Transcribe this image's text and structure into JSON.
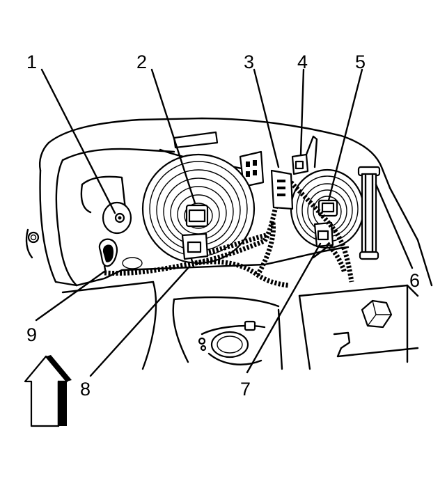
{
  "callouts": [
    {
      "id": "1",
      "label": "1"
    },
    {
      "id": "2",
      "label": "2"
    },
    {
      "id": "3",
      "label": "3"
    },
    {
      "id": "4",
      "label": "4"
    },
    {
      "id": "5",
      "label": "5"
    },
    {
      "id": "6",
      "label": "6"
    },
    {
      "id": "7",
      "label": "7"
    },
    {
      "id": "8",
      "label": "8"
    },
    {
      "id": "9",
      "label": "9"
    }
  ],
  "icons": {
    "orientation_arrow": "up-arrow-icon"
  },
  "colors": {
    "ink": "#000000",
    "paper": "#ffffff"
  }
}
